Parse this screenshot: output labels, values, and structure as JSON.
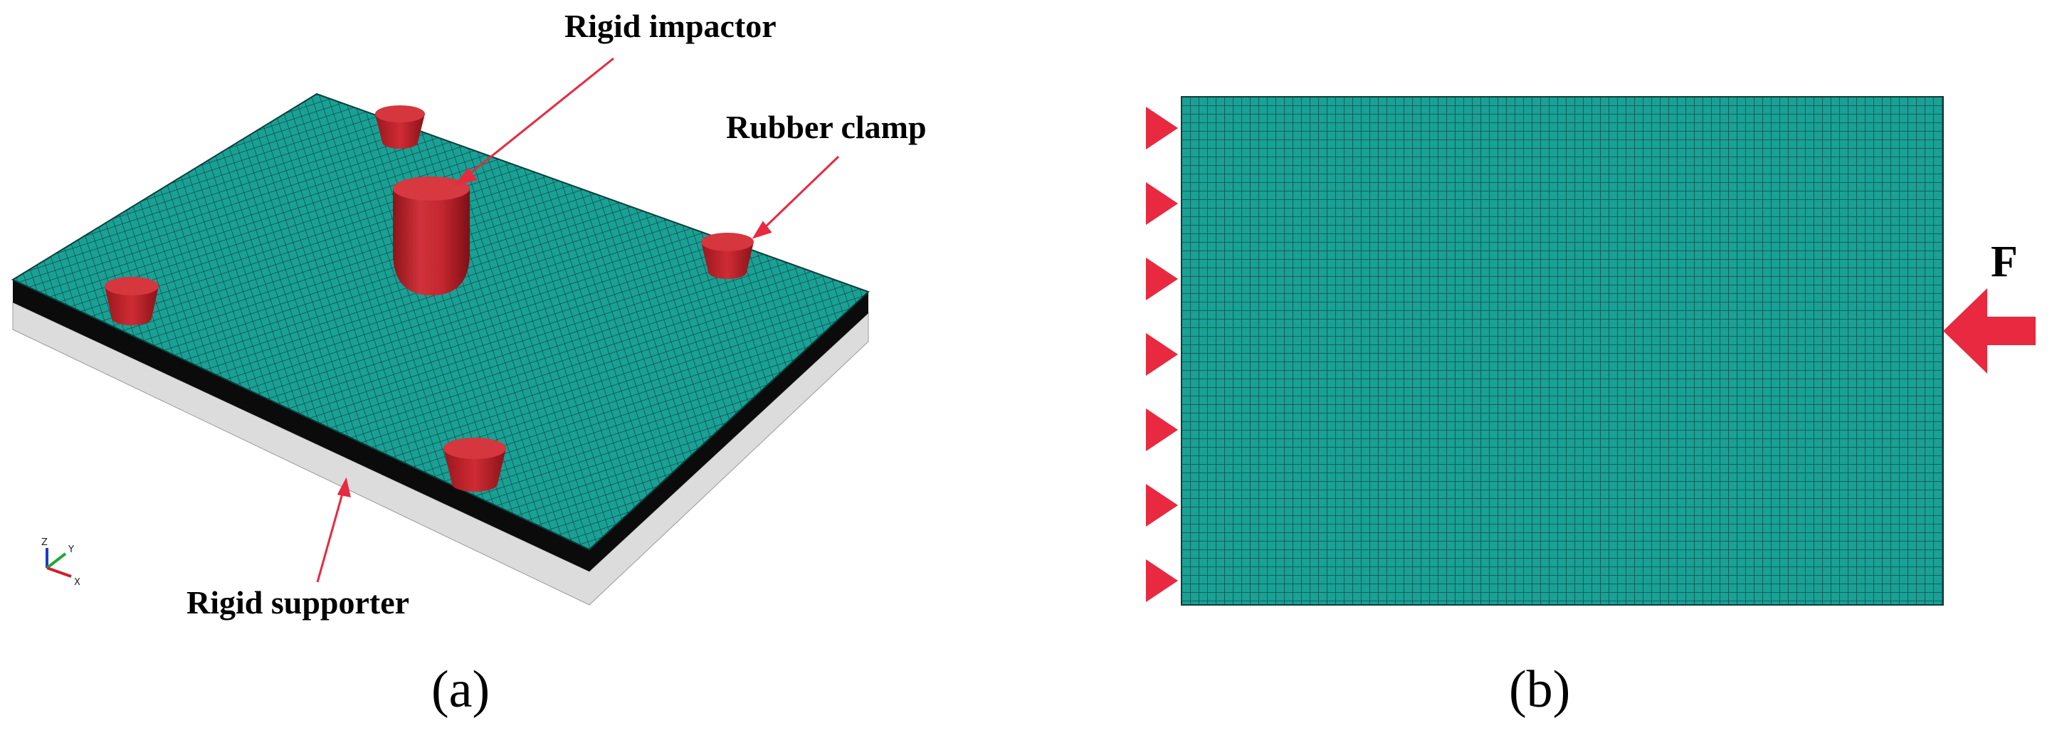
{
  "panel_a": {
    "caption": "(a)",
    "labels": {
      "impactor": "Rigid impactor",
      "clamp": "Rubber clamp",
      "supporter": "Rigid supporter"
    },
    "triad": {
      "z": "Z",
      "y": "Y",
      "x": "X"
    }
  },
  "panel_b": {
    "caption": "(b)",
    "force_label": "F"
  },
  "colors": {
    "mesh_fill": "#1aa095",
    "mesh_line": "#0b3f3a",
    "clamp_red": "#c9242c",
    "arrow_red": "#e8293f",
    "support_grey": "#dcdcdc",
    "black_layer": "#0b0b0b"
  }
}
